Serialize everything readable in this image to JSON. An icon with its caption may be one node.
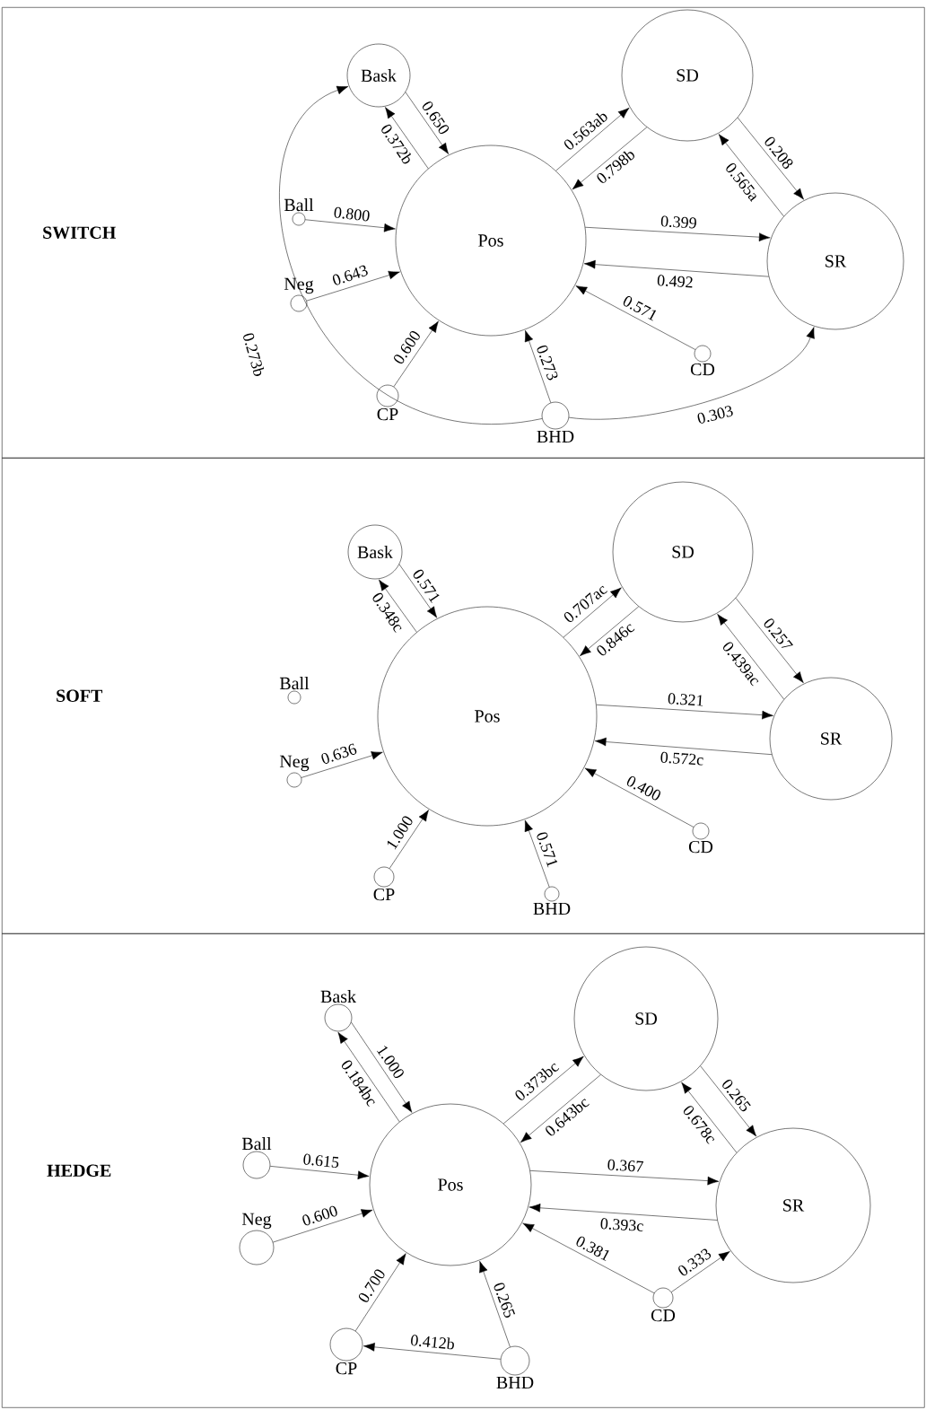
{
  "diagram": {
    "nodes": [
      {
        "text": [
          "SWITCH"
        ]
      },
      {
        "text": [
          "Bask"
        ],
        "in": 0
      },
      {
        "text": [
          "SD"
        ],
        "in": 0
      },
      {
        "text": [
          "Pos"
        ],
        "in": 0
      },
      {
        "text": [
          "SR"
        ],
        "in": 0
      },
      {
        "text": [
          "Ball"
        ],
        "in": 0
      },
      {
        "text": [
          "Neg"
        ],
        "in": 0
      },
      {
        "text": [
          "CD"
        ],
        "in": 0
      },
      {
        "text": [
          "CP"
        ],
        "in": 0
      },
      {
        "text": [
          "BHD"
        ],
        "in": 0
      },
      {
        "text": [
          "SOFT"
        ]
      },
      {
        "text": [
          "Bask"
        ],
        "in": 10
      },
      {
        "text": [
          "SD"
        ],
        "in": 10
      },
      {
        "text": [
          "Pos"
        ],
        "in": 10
      },
      {
        "text": [
          "SR"
        ],
        "in": 10
      },
      {
        "text": [
          "Ball"
        ],
        "in": 10
      },
      {
        "text": [
          "Neg"
        ],
        "in": 10
      },
      {
        "text": [
          "CD"
        ],
        "in": 10
      },
      {
        "text": [
          "CP"
        ],
        "in": 10
      },
      {
        "text": [
          "BHD"
        ],
        "in": 10
      },
      {
        "text": [
          "HEDGE"
        ]
      },
      {
        "text": [
          "Bask"
        ],
        "in": 20
      },
      {
        "text": [
          "SD"
        ],
        "in": 20
      },
      {
        "text": [
          "Pos"
        ],
        "in": 20
      },
      {
        "text": [
          "SR"
        ],
        "in": 20
      },
      {
        "text": [
          "Ball"
        ],
        "in": 20
      },
      {
        "text": [
          "Neg"
        ],
        "in": 20
      },
      {
        "text": [
          "CD"
        ],
        "in": 20
      },
      {
        "text": [
          "CP"
        ],
        "in": 20
      },
      {
        "text": [
          "BHD"
        ],
        "in": 20
      }
    ],
    "edges": [
      {
        "from": 1,
        "to": 3,
        "arrow": "to",
        "label": "0.650"
      },
      {
        "from": 3,
        "to": 1,
        "arrow": "to",
        "label": "0.372b"
      },
      {
        "from": 3,
        "to": 2,
        "arrow": "to",
        "label": "0.563ab"
      },
      {
        "from": 2,
        "to": 3,
        "arrow": "to",
        "label": "0.798b"
      },
      {
        "from": 2,
        "to": 4,
        "arrow": "to",
        "label": "0.208"
      },
      {
        "from": 4,
        "to": 2,
        "arrow": "to",
        "label": "0.565a"
      },
      {
        "from": 5,
        "to": 3,
        "arrow": "to",
        "label": "0.800"
      },
      {
        "from": 6,
        "to": 3,
        "arrow": "to",
        "label": "0.643"
      },
      {
        "from": 3,
        "to": 4,
        "arrow": "to",
        "label": "0.399"
      },
      {
        "from": 4,
        "to": 3,
        "arrow": "to",
        "label": "0.492"
      },
      {
        "from": 7,
        "to": 3,
        "arrow": "to",
        "label": "0.571"
      },
      {
        "from": 8,
        "to": 3,
        "arrow": "to",
        "label": "0.600"
      },
      {
        "from": 9,
        "to": 3,
        "arrow": "to",
        "label": "0.273"
      },
      {
        "from": 9,
        "to": 1,
        "arrow": "to",
        "label": "0.273b"
      },
      {
        "from": 9,
        "to": 4,
        "arrow": "to",
        "label": "0.303"
      },
      {
        "from": 11,
        "to": 13,
        "arrow": "to",
        "label": "0.571"
      },
      {
        "from": 13,
        "to": 11,
        "arrow": "to",
        "label": "0.348c"
      },
      {
        "from": 13,
        "to": 12,
        "arrow": "to",
        "label": "0.707ac"
      },
      {
        "from": 12,
        "to": 13,
        "arrow": "to",
        "label": "0.846c"
      },
      {
        "from": 12,
        "to": 14,
        "arrow": "to",
        "label": "0.257"
      },
      {
        "from": 14,
        "to": 12,
        "arrow": "to",
        "label": "0.439ac"
      },
      {
        "from": 16,
        "to": 13,
        "arrow": "to",
        "label": "0.636"
      },
      {
        "from": 13,
        "to": 14,
        "arrow": "to",
        "label": "0.321"
      },
      {
        "from": 14,
        "to": 13,
        "arrow": "to",
        "label": "0.572c"
      },
      {
        "from": 17,
        "to": 13,
        "arrow": "to",
        "label": "0.400"
      },
      {
        "from": 18,
        "to": 13,
        "arrow": "to",
        "label": "1.000"
      },
      {
        "from": 19,
        "to": 13,
        "arrow": "to",
        "label": "0.571"
      },
      {
        "from": 21,
        "to": 23,
        "arrow": "to",
        "label": "1.000"
      },
      {
        "from": 23,
        "to": 21,
        "arrow": "to",
        "label": "0.184bc"
      },
      {
        "from": 23,
        "to": 22,
        "arrow": "to",
        "label": "0.373bc"
      },
      {
        "from": 22,
        "to": 23,
        "arrow": "to",
        "label": "0.643bc"
      },
      {
        "from": 22,
        "to": 24,
        "arrow": "to",
        "label": "0.265"
      },
      {
        "from": 24,
        "to": 22,
        "arrow": "to",
        "label": "0.678c"
      },
      {
        "from": 25,
        "to": 23,
        "arrow": "to",
        "label": "0.615"
      },
      {
        "from": 26,
        "to": 23,
        "arrow": "to",
        "label": "0.600"
      },
      {
        "from": 23,
        "to": 24,
        "arrow": "to",
        "label": "0.367"
      },
      {
        "from": 24,
        "to": 23,
        "arrow": "to",
        "label": "0.393c"
      },
      {
        "from": 27,
        "to": 23,
        "arrow": "to",
        "label": "0.381"
      },
      {
        "from": 27,
        "to": 24,
        "arrow": "to",
        "label": "0.333"
      },
      {
        "from": 28,
        "to": 23,
        "arrow": "to",
        "label": "0.700"
      },
      {
        "from": 29,
        "to": 23,
        "arrow": "to",
        "label": "0.265"
      },
      {
        "from": 29,
        "to": 28,
        "arrow": "to",
        "label": "0.412b"
      }
    ]
  }
}
